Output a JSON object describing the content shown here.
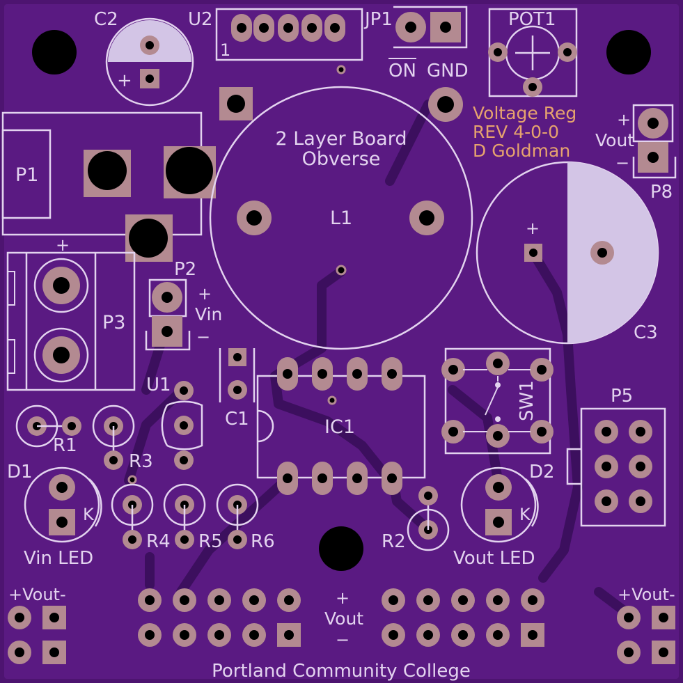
{
  "colors": {
    "board": "#4d1470",
    "copper": "#5a1a82",
    "trace": "#3c0f5e",
    "silk": "#e3d3ef",
    "pad": "#b38a91",
    "hole": "#000000",
    "cap_fill": "#d3c5e6"
  },
  "silkscreen": {
    "header_text": "2 Layer Board",
    "header_sub": "Obverse",
    "version_lines": [
      "Voltage Reg",
      "REV 4-0-0",
      "D Goldman"
    ],
    "footer": "Portland Community College",
    "on_label": "ON",
    "gnd_label": "GND",
    "vin_label": "Vin",
    "vout_label": "Vout",
    "vin_led_label": "Vin LED",
    "vout_led_label": "Vout LED",
    "vout_pm_label": "+Vout-",
    "plus": "+",
    "minus": "−",
    "k": "K",
    "pin1": "1"
  },
  "components": {
    "C1": "C1",
    "C2": "C2",
    "C3": "C3",
    "U1": "U1",
    "U2": "U2",
    "JP1": "JP1",
    "POT1": "POT1",
    "P1": "P1",
    "P2": "P2",
    "P3": "P3",
    "P5": "P5",
    "P8": "P8",
    "L1": "L1",
    "IC1": "IC1",
    "SW1": "SW1",
    "R1": "R1",
    "R2": "R2",
    "R3": "R3",
    "R4": "R4",
    "R5": "R5",
    "R6": "R6",
    "D1": "D1",
    "D2": "D2"
  }
}
